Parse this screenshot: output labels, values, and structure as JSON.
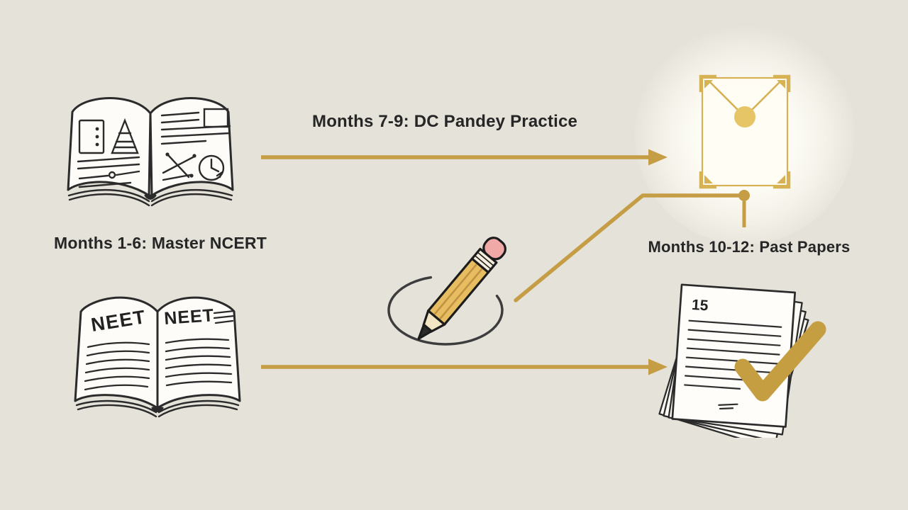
{
  "scene": {
    "background_color": "#e5e2da",
    "gold": "#c49d45",
    "frame_gold": "#d6b254",
    "ink_color": "#262626"
  },
  "stages": {
    "stage1_label": "Months 1-6: Master NCERT",
    "stage2_label": "Months 7-9: DC Pandey Practice",
    "stage3_label": "Months 10-12: Past Papers"
  },
  "illustrations": {
    "neet_book": {
      "left_page_title": "NEET",
      "right_page_title": "NEET"
    },
    "past_papers": {
      "sheet_number": "15"
    }
  },
  "icons": {
    "stage1": "open-textbook-icon",
    "stage2": "right-arrow",
    "stage3": "papers-checkmark-icon",
    "goal": "glowing-certificate-icon",
    "center": "pencil-circle-icon"
  }
}
